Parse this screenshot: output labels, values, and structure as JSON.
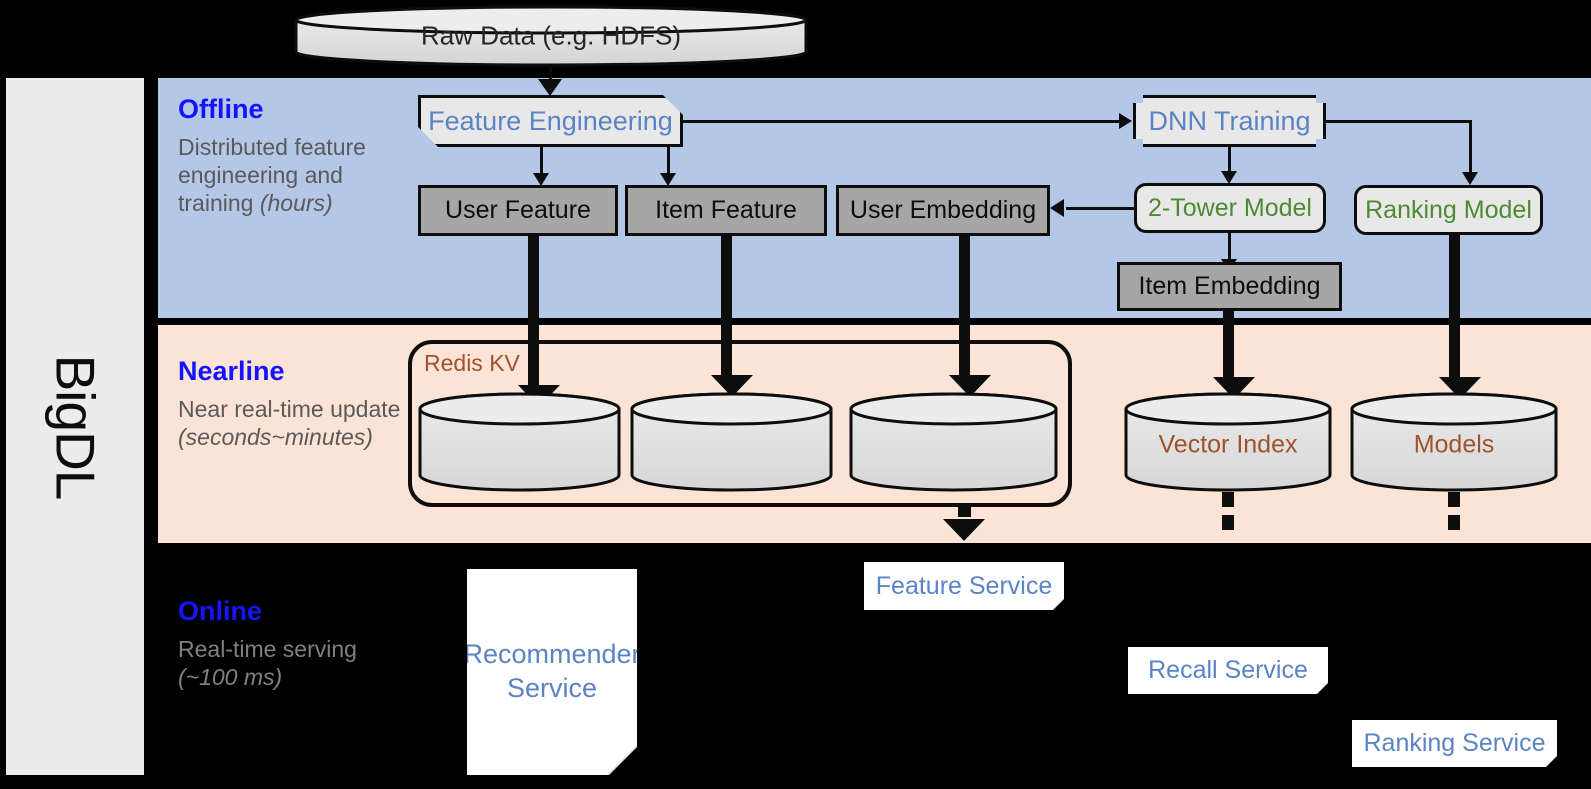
{
  "sidebar": {
    "label": "BigDL"
  },
  "source": {
    "label": "Raw Data (e.g. HDFS)"
  },
  "bands": {
    "offline": {
      "title": "Offline",
      "desc_a": "Distributed feature engineering and training ",
      "desc_i": "(hours)"
    },
    "nearline": {
      "title": "Nearline",
      "desc_a": "Near real-time update ",
      "desc_i": "(seconds~minutes)"
    },
    "online": {
      "title": "Online",
      "desc_a": "Real-time serving ",
      "desc_i": "(~100 ms)"
    }
  },
  "offline": {
    "feature_engineering": "Feature Engineering",
    "dnn_training": "DNN Training",
    "user_feature": "User Feature",
    "item_feature": "Item Feature",
    "user_embedding": "User Embedding",
    "two_tower_model": "2-Tower Model",
    "ranking_model": "Ranking Model",
    "item_embedding": "Item Embedding"
  },
  "nearline": {
    "redis_label": "Redis KV",
    "store_user_feature": "",
    "store_item_feature": "",
    "store_user_embedding": "",
    "vector_index": "Vector Index",
    "models": "Models"
  },
  "online": {
    "recommender_service": "Recommender Service",
    "feature_service": "Feature Service",
    "recall_service": "Recall Service",
    "ranking_service": "Ranking Service"
  },
  "colors": {
    "offline_band": "#b4c7e7",
    "nearline_band": "#fbe4d5",
    "online_band": "#000000",
    "band_title": "#1414ff",
    "band_desc": "#5a5a5a",
    "model_text": "#4e8a34",
    "process_text": "#5b84c4",
    "store_text": "#a0522d",
    "gray_box": "#a6a6a6",
    "light_box": "#e8e8e8",
    "stroke": "#0d0d0d"
  }
}
